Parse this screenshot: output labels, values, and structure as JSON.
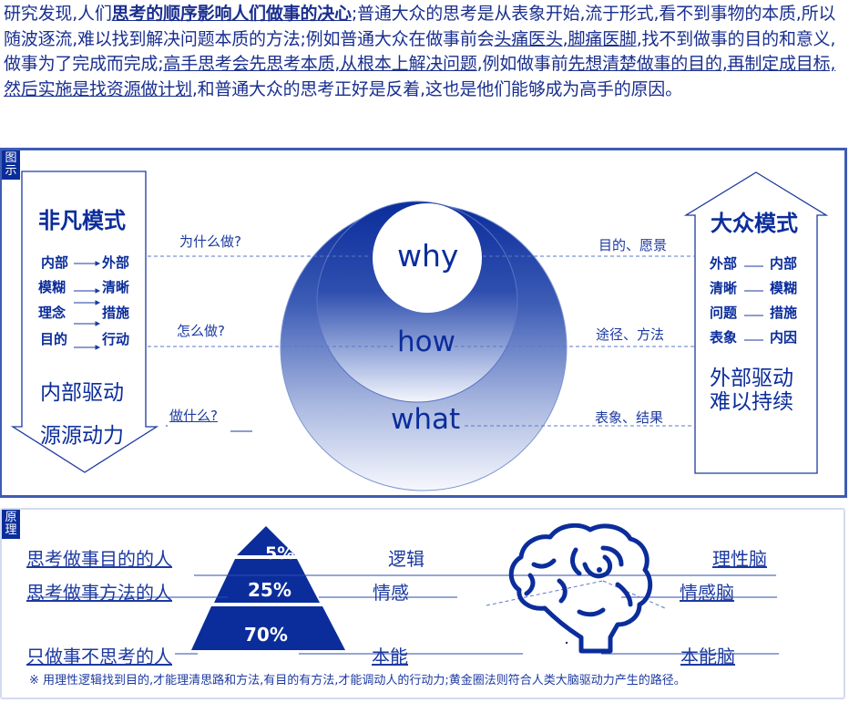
{
  "intro": {
    "segments": [
      {
        "text": "研究发现,人们",
        "style": "plain"
      },
      {
        "text": "思考的顺序影响人们做事的决心",
        "style": "bold-underline"
      },
      {
        "text": ";普通大众的思考是从表象开始,流于形式,看不到事物的本质,所以随波逐流,难以找到解决问题本质的方法;例如普通大众在做事前会",
        "style": "plain"
      },
      {
        "text": "头痛医头,脚痛医脚",
        "style": "underline"
      },
      {
        "text": ",找不到做事的目的和意义,做事为了完成而完成;",
        "style": "plain"
      },
      {
        "text": "高手思考会先思考本质,从根本上解决问题",
        "style": "underline"
      },
      {
        "text": ",例如做事前",
        "style": "plain"
      },
      {
        "text": "先想清楚做事的目的,再制定成目标,然后实施是找资源做计划",
        "style": "underline"
      },
      {
        "text": ",和普通大众的思考正好是反着,这也是他们能够成为高手的原因。",
        "style": "plain"
      }
    ]
  },
  "figure": {
    "tag": [
      "图",
      "示"
    ],
    "left_mode": {
      "title": "非凡模式",
      "pairs": [
        {
          "from": "内部",
          "to": "外部"
        },
        {
          "from": "模糊",
          "to": "清晰"
        },
        {
          "from": "理念",
          "to": "措施"
        },
        {
          "from": "目的",
          "to": "行动"
        }
      ],
      "footer": [
        "内部驱动",
        "源源动力"
      ]
    },
    "right_mode": {
      "title": "大众模式",
      "pairs": [
        {
          "from": "外部",
          "to": "内部"
        },
        {
          "from": "清晰",
          "to": "模糊"
        },
        {
          "from": "问题",
          "to": "措施"
        },
        {
          "from": "表象",
          "to": "内因"
        }
      ],
      "footer": [
        "外部驱动",
        "难以持续"
      ]
    },
    "circles": {
      "inner": "why",
      "middle": "how",
      "outer": "what"
    },
    "left_questions": [
      "为什么做?",
      "怎么做?",
      "做什么?"
    ],
    "right_labels": [
      "目的、愿景",
      "途径、方法",
      "表象、结果"
    ],
    "colors": {
      "primary": "#0b2d9b",
      "border": "#3d5cb4",
      "dash": "#5a78c8"
    }
  },
  "principle": {
    "tag": [
      "原",
      "理"
    ],
    "people": [
      "思考做事目的的人",
      "思考做事方法的人",
      "只做事不思考的人"
    ],
    "percentages": [
      "5%",
      "25%",
      "70%"
    ],
    "faculties": [
      "逻辑",
      "情感",
      "本能"
    ],
    "brains": [
      "理性脑",
      "情感脑",
      "本能脑"
    ],
    "note": "※ 用理性逻辑找到目的,才能理清思路和方法,有目的有方法,才能调动人的行动力;黄金圈法则符合人类大脑驱动力产生的路径。"
  }
}
